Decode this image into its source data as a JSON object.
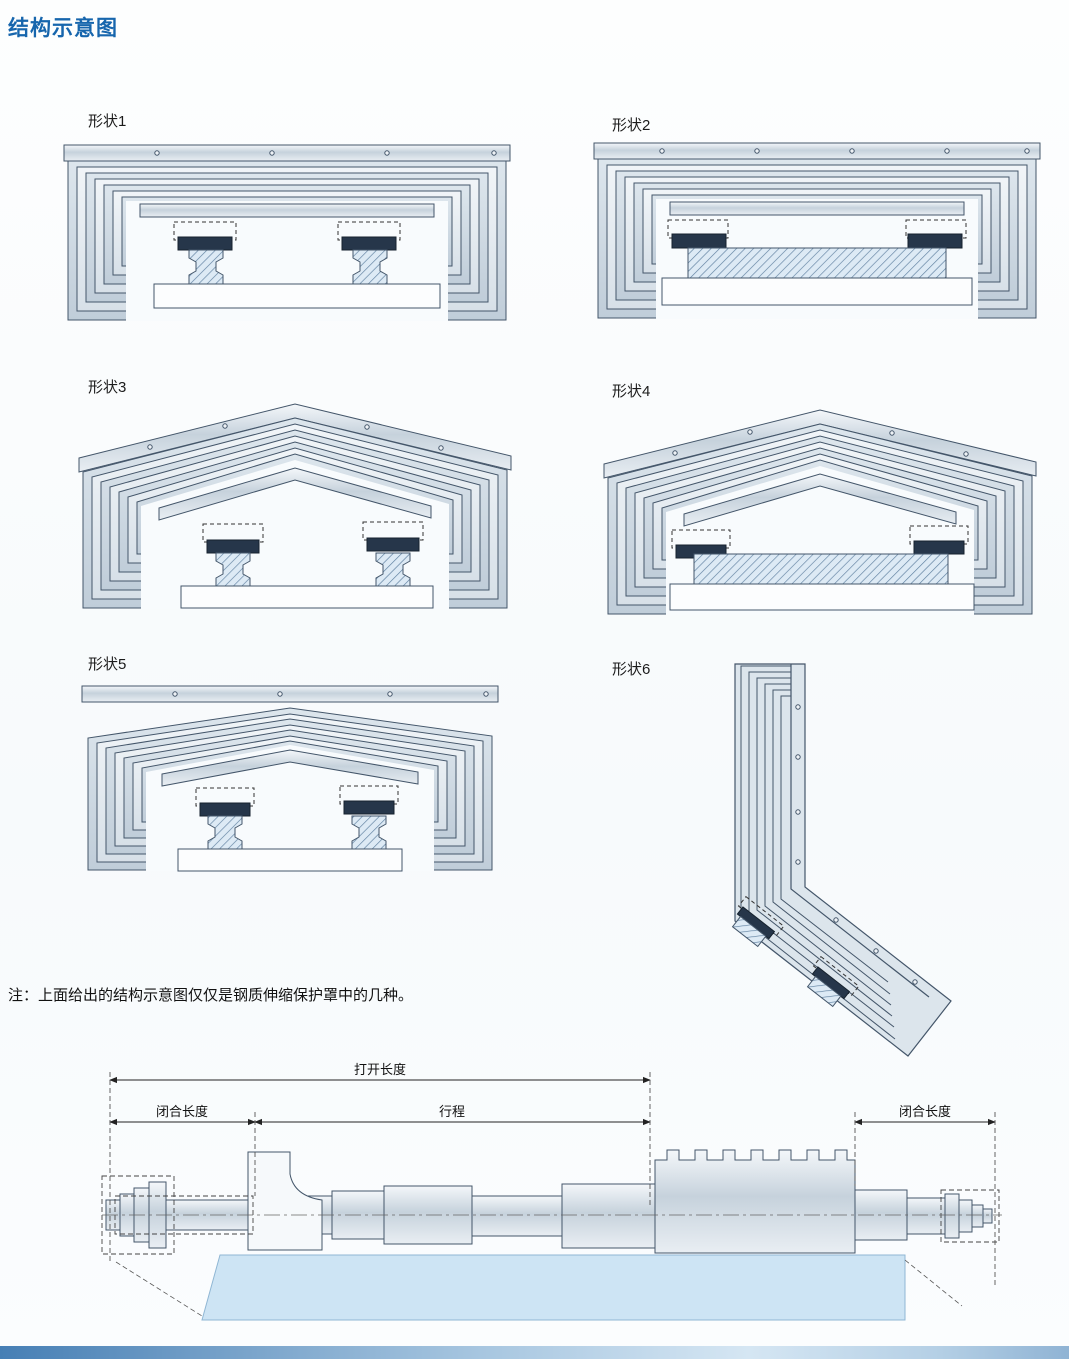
{
  "page": {
    "title": "结构示意图",
    "note": "注：上面给出的结构示意图仅仅是钢质伸缩保护罩中的几种。"
  },
  "shapes": [
    {
      "label": "形状1"
    },
    {
      "label": "形状2"
    },
    {
      "label": "形状3"
    },
    {
      "label": "形状4"
    },
    {
      "label": "形状5"
    },
    {
      "label": "形状6"
    }
  ],
  "dimensions": {
    "open_length": "打开长度",
    "closed_left": "闭合长度",
    "stroke": "行程",
    "closed_right": "闭合长度"
  },
  "colors": {
    "title_blue": "#1766ad",
    "line": "#44566a",
    "dark_block": "#26364a",
    "base_fill": "#cde4f4"
  }
}
